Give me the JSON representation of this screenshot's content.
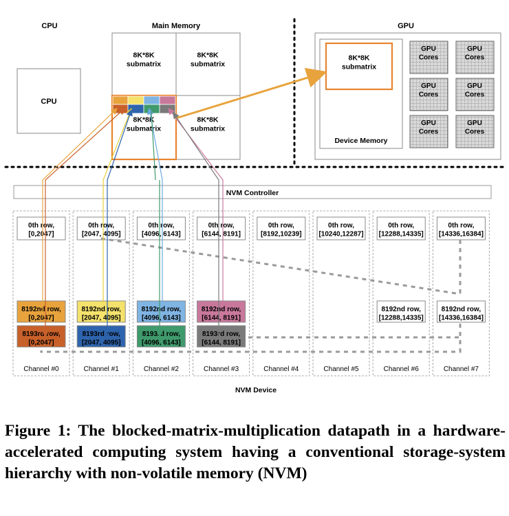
{
  "sections": {
    "cpu": "CPU",
    "main_memory": "Main Memory",
    "gpu": "GPU"
  },
  "cpu_box": "CPU",
  "main_memory_cells": [
    "8K*8K\nsubmatrix",
    "8K*8K\nsubmatrix",
    "8K*8K\nsubmatrix",
    "8K*8K\nsubmatrix"
  ],
  "gpu": {
    "device_submatrix": "8K*8K\nsubmatrix",
    "device_memory": "Device Memory",
    "cores": [
      "GPU\nCores",
      "GPU\nCores",
      "GPU\nCores",
      "GPU\nCores",
      "GPU\nCores",
      "GPU\nCores"
    ]
  },
  "nvm_controller": "NVM Controller",
  "nvm_device": "NVM Device",
  "channels": [
    {
      "label": "Channel #0",
      "row0": "0th row,\n[0,2047]",
      "row8192": "8192nd row,\n[0,2047]",
      "row8193": "8193rd row,\n[0,2047]"
    },
    {
      "label": "Channel #1",
      "row0": "0th row,\n[2047, 4095]",
      "row8192": "8192nd row,\n[2047, 4095]",
      "row8193": "8193rd row,\n[2047, 4095]"
    },
    {
      "label": "Channel #2",
      "row0": "0th row,\n[4096, 6143]",
      "row8192": "8192nd row,\n[4096, 6143]",
      "row8193": "8193rd row,\n[4096, 6143]"
    },
    {
      "label": "Channel #3",
      "row0": "0th row,\n[6144, 8191]",
      "row8192": "8192nd row,\n[6144, 8191]",
      "row8193": "8193rd row,\n[6144, 8191]"
    },
    {
      "label": "Channel #4",
      "row0": "0th row,\n[8192,10239]",
      "row8192": "",
      "row8193": ""
    },
    {
      "label": "Channel #5",
      "row0": "0th row,\n[10240,12287]",
      "row8192": "",
      "row8193": ""
    },
    {
      "label": "Channel #6",
      "row0": "0th row,\n[12288,14335]",
      "row8192": "8192nd row,\n[12288,14335]",
      "row8193": ""
    },
    {
      "label": "Channel #7",
      "row0": "0th row,\n[14336,16384]",
      "row8192": "8192nd row,\n[14336,16384]",
      "row8193": ""
    }
  ],
  "colors": {
    "orange": "#e8a33d",
    "yellow": "#f4e26c",
    "lightblue": "#7fb4e3",
    "pink": "#c9789c",
    "darkorange": "#c8602a",
    "darkblue": "#2e64ad",
    "green": "#3f9a6c",
    "gray": "#7a7a7a",
    "highlight": "#e8842d"
  },
  "caption": "Figure 1: The blocked-matrix-multiplication datapath in a hardware-accelerated computing system having a conventional storage-system hierarchy with non-volatile memory (NVM)"
}
